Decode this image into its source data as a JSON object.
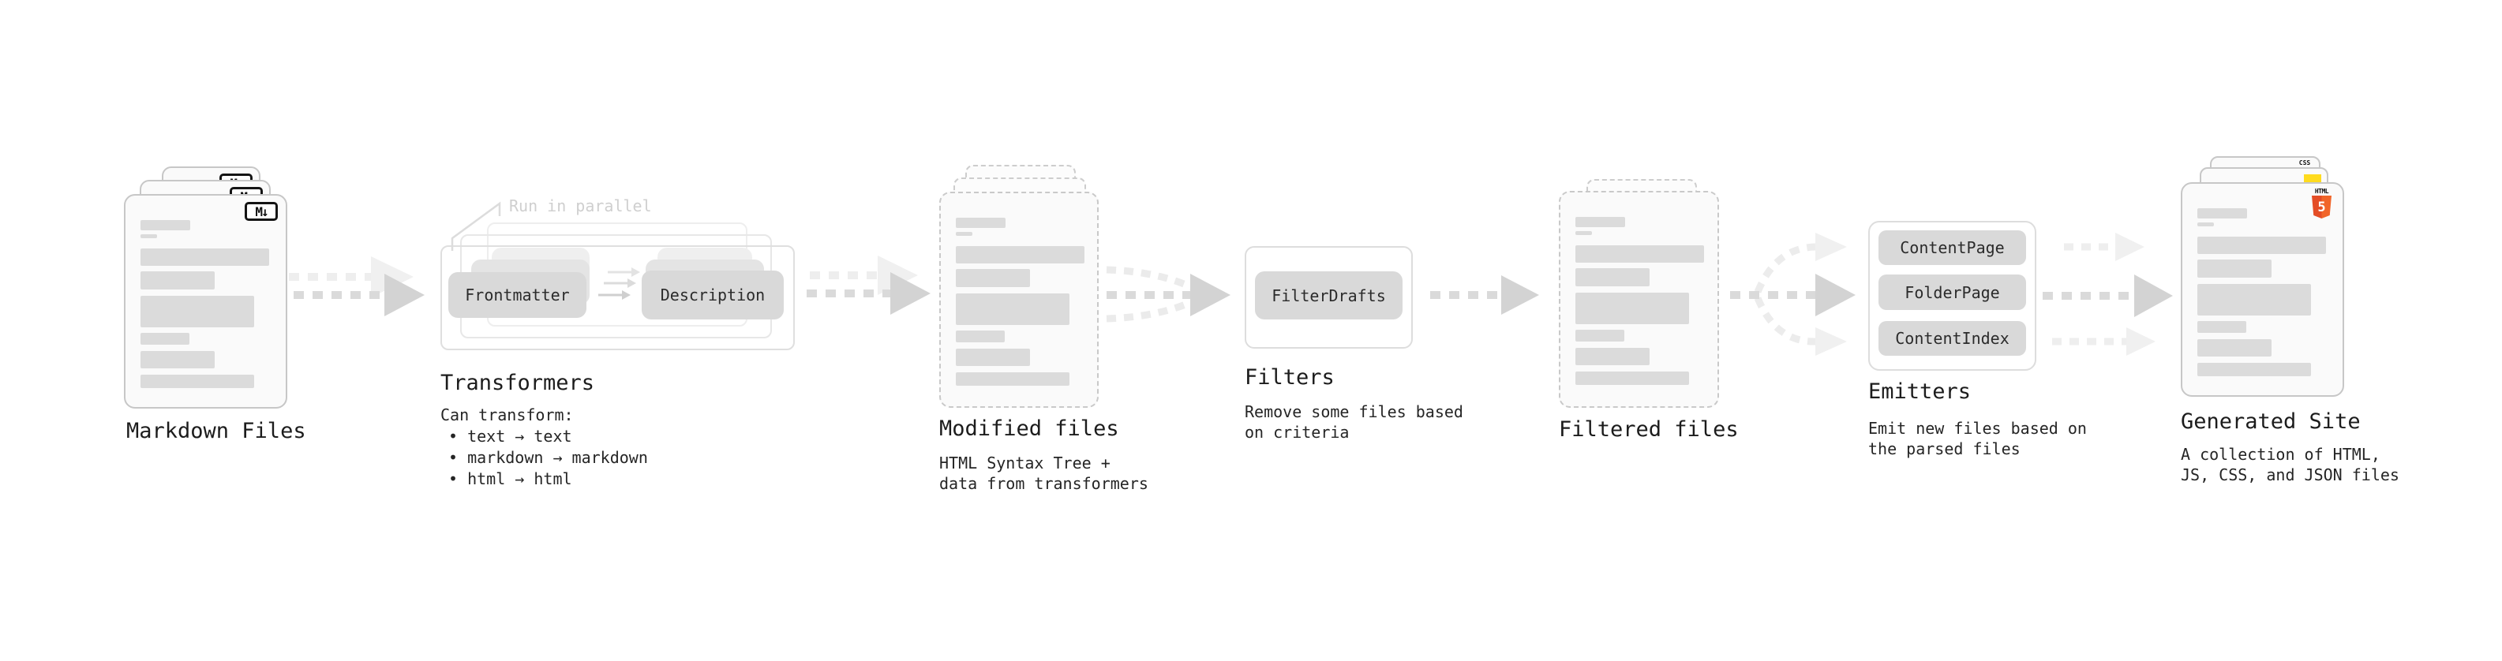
{
  "diagram": {
    "stages": {
      "markdown": {
        "title": "Markdown Files",
        "icon_label": "M↓"
      },
      "transformers": {
        "title": "Transformers",
        "annotation": "Run in parallel",
        "pill_a": "Frontmatter",
        "pill_b": "Description",
        "body_intro": "Can transform:",
        "bullets": [
          "• text → text",
          "• markdown → markdown",
          "• html → html"
        ]
      },
      "modified": {
        "title": "Modified files",
        "subtitle": "HTML Syntax Tree +\ndata from transformers"
      },
      "filters": {
        "title": "Filters",
        "subtitle": "Remove some files based\non criteria",
        "pill": "FilterDrafts"
      },
      "filtered": {
        "title": "Filtered files"
      },
      "emitters": {
        "title": "Emitters",
        "subtitle": "Emit new files based on\nthe parsed files",
        "pills": [
          "ContentPage",
          "FolderPage",
          "ContentIndex"
        ]
      },
      "generated": {
        "title": "Generated Site",
        "subtitle": "A collection of HTML,\nJS, CSS, and JSON files",
        "badge_css": "CSS",
        "badge_html": "HTML",
        "badge_html_5": "5"
      }
    },
    "colors": {
      "background": "#ffffff",
      "text": "#1c1c1c",
      "muted_annotation": "#cfcfcf",
      "doc_fill": "#fafafa",
      "doc_border": "#c7c7c7",
      "placeholder_bar": "#dbdbdb",
      "pill_fill": "#d9d9d9",
      "arrow_main": "#d3d3d3",
      "arrow_ghost": "#eeeeee",
      "html5_orange": "#e44d26",
      "js_yellow": "#ffdb1e",
      "css_blue": "#2766ee"
    }
  }
}
